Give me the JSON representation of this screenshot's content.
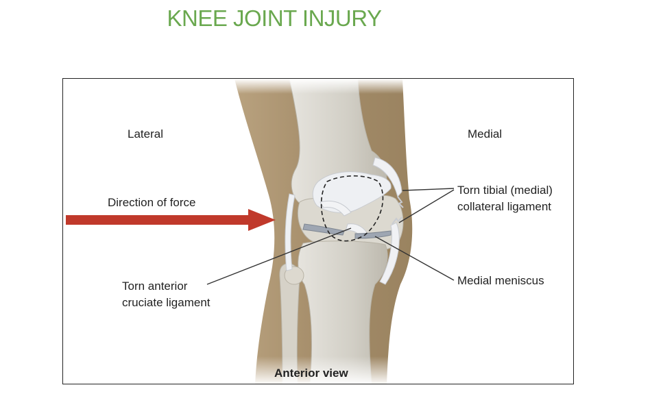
{
  "title": "KNEE JOINT INJURY",
  "colors": {
    "title": "#6aa84f",
    "force_arrow": "#c0392b",
    "skin": "#a08a6a",
    "bone": "#d9d6ce",
    "ligament": "#ecedf0"
  },
  "labels": {
    "lateral": "Lateral",
    "medial": "Medial",
    "direction_of_force": "Direction of force",
    "torn_tibial_line1": "Torn tibial (medial)",
    "torn_tibial_line2": "collateral ligament",
    "torn_anterior_line1": "Torn anterior",
    "torn_anterior_line2": "cruciate ligament",
    "medial_meniscus": "Medial meniscus",
    "view": "Anterior view"
  }
}
